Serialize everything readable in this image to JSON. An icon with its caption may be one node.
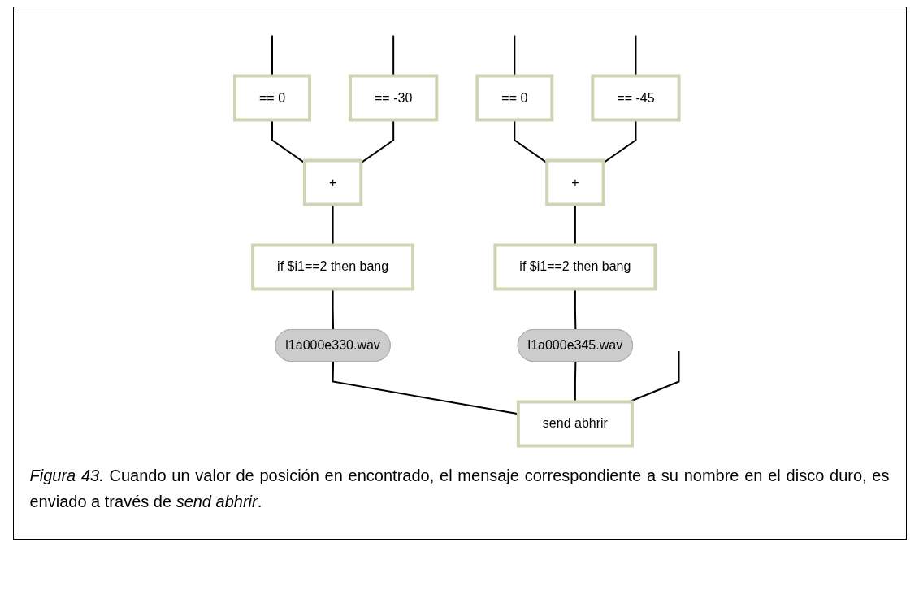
{
  "diagram": {
    "caption": "*Figura 43.* Cuando un valor de posición en encontrado, el mensaje correspondiente a su nombre en el disco duro, es enviado a través de *send abhrir*.",
    "nodes": [
      {
        "text": [
          "== 0"
        ]
      },
      {
        "text": [
          "== -30"
        ]
      },
      {
        "text": [
          "== 0"
        ]
      },
      {
        "text": [
          "== -45"
        ]
      },
      {
        "text": [
          "+"
        ]
      },
      {
        "text": [
          "+"
        ]
      },
      {
        "text": [
          "if $i1==2 then bang"
        ]
      },
      {
        "text": [
          "if $i1==2 then bang"
        ]
      },
      {
        "text": [
          "l1a000e330.wav"
        ]
      },
      {
        "text": [
          "l1a000e345.wav"
        ]
      },
      {
        "text": [
          "send abhrir"
        ]
      }
    ],
    "edges": [
      {
        "from": null,
        "to": 0,
        "arrow": "none"
      },
      {
        "from": null,
        "to": 1,
        "arrow": "none"
      },
      {
        "from": null,
        "to": 2,
        "arrow": "none"
      },
      {
        "from": null,
        "to": 3,
        "arrow": "none"
      },
      {
        "from": 0,
        "to": 4,
        "arrow": "none"
      },
      {
        "from": 1,
        "to": 4,
        "arrow": "none"
      },
      {
        "from": 2,
        "to": 5,
        "arrow": "none"
      },
      {
        "from": 3,
        "to": 5,
        "arrow": "none"
      },
      {
        "from": 4,
        "to": 6,
        "arrow": "none"
      },
      {
        "from": 5,
        "to": 7,
        "arrow": "none"
      },
      {
        "from": 6,
        "to": 8,
        "arrow": "none"
      },
      {
        "from": 7,
        "to": 9,
        "arrow": "none"
      },
      {
        "from": 8,
        "to": 10,
        "arrow": "none"
      },
      {
        "from": 9,
        "to": 10,
        "arrow": "none"
      },
      {
        "from": null,
        "to": 10,
        "arrow": "none"
      }
    ]
  }
}
